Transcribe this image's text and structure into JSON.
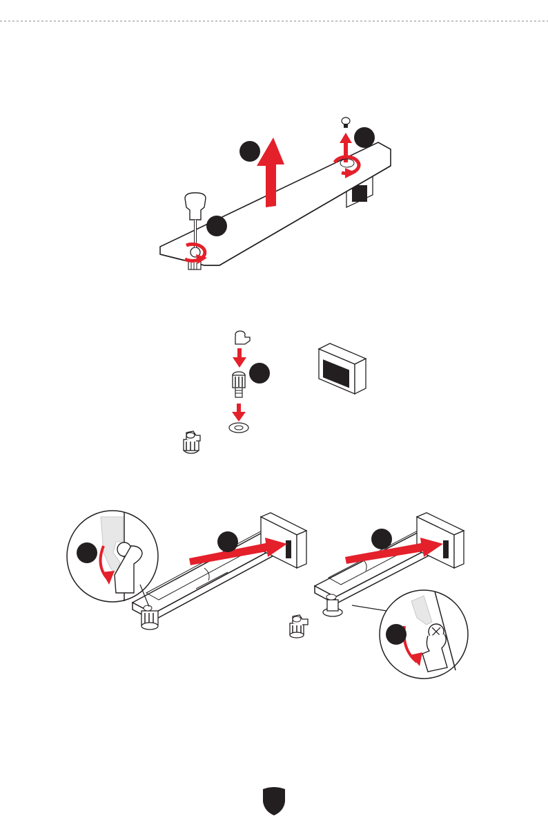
{
  "page": {
    "number": "",
    "accent_color": "#e4202b",
    "line_color": "#231f20"
  },
  "figures": [
    {
      "id": "remove-heatsink-plate",
      "step_markers": [
        "",
        "",
        ""
      ]
    },
    {
      "id": "install-standoff-and-clip",
      "step_markers": [
        ""
      ]
    },
    {
      "id": "install-m2-ssd",
      "step_markers": [
        "",
        "",
        "",
        ""
      ]
    }
  ],
  "icons": [
    "screwdriver-icon",
    "rotate-arrow-icon",
    "lift-arrow-icon",
    "standoff-icon",
    "ez-clip-icon",
    "m2-slot-icon",
    "m2-ssd-icon",
    "page-shield-icon"
  ]
}
